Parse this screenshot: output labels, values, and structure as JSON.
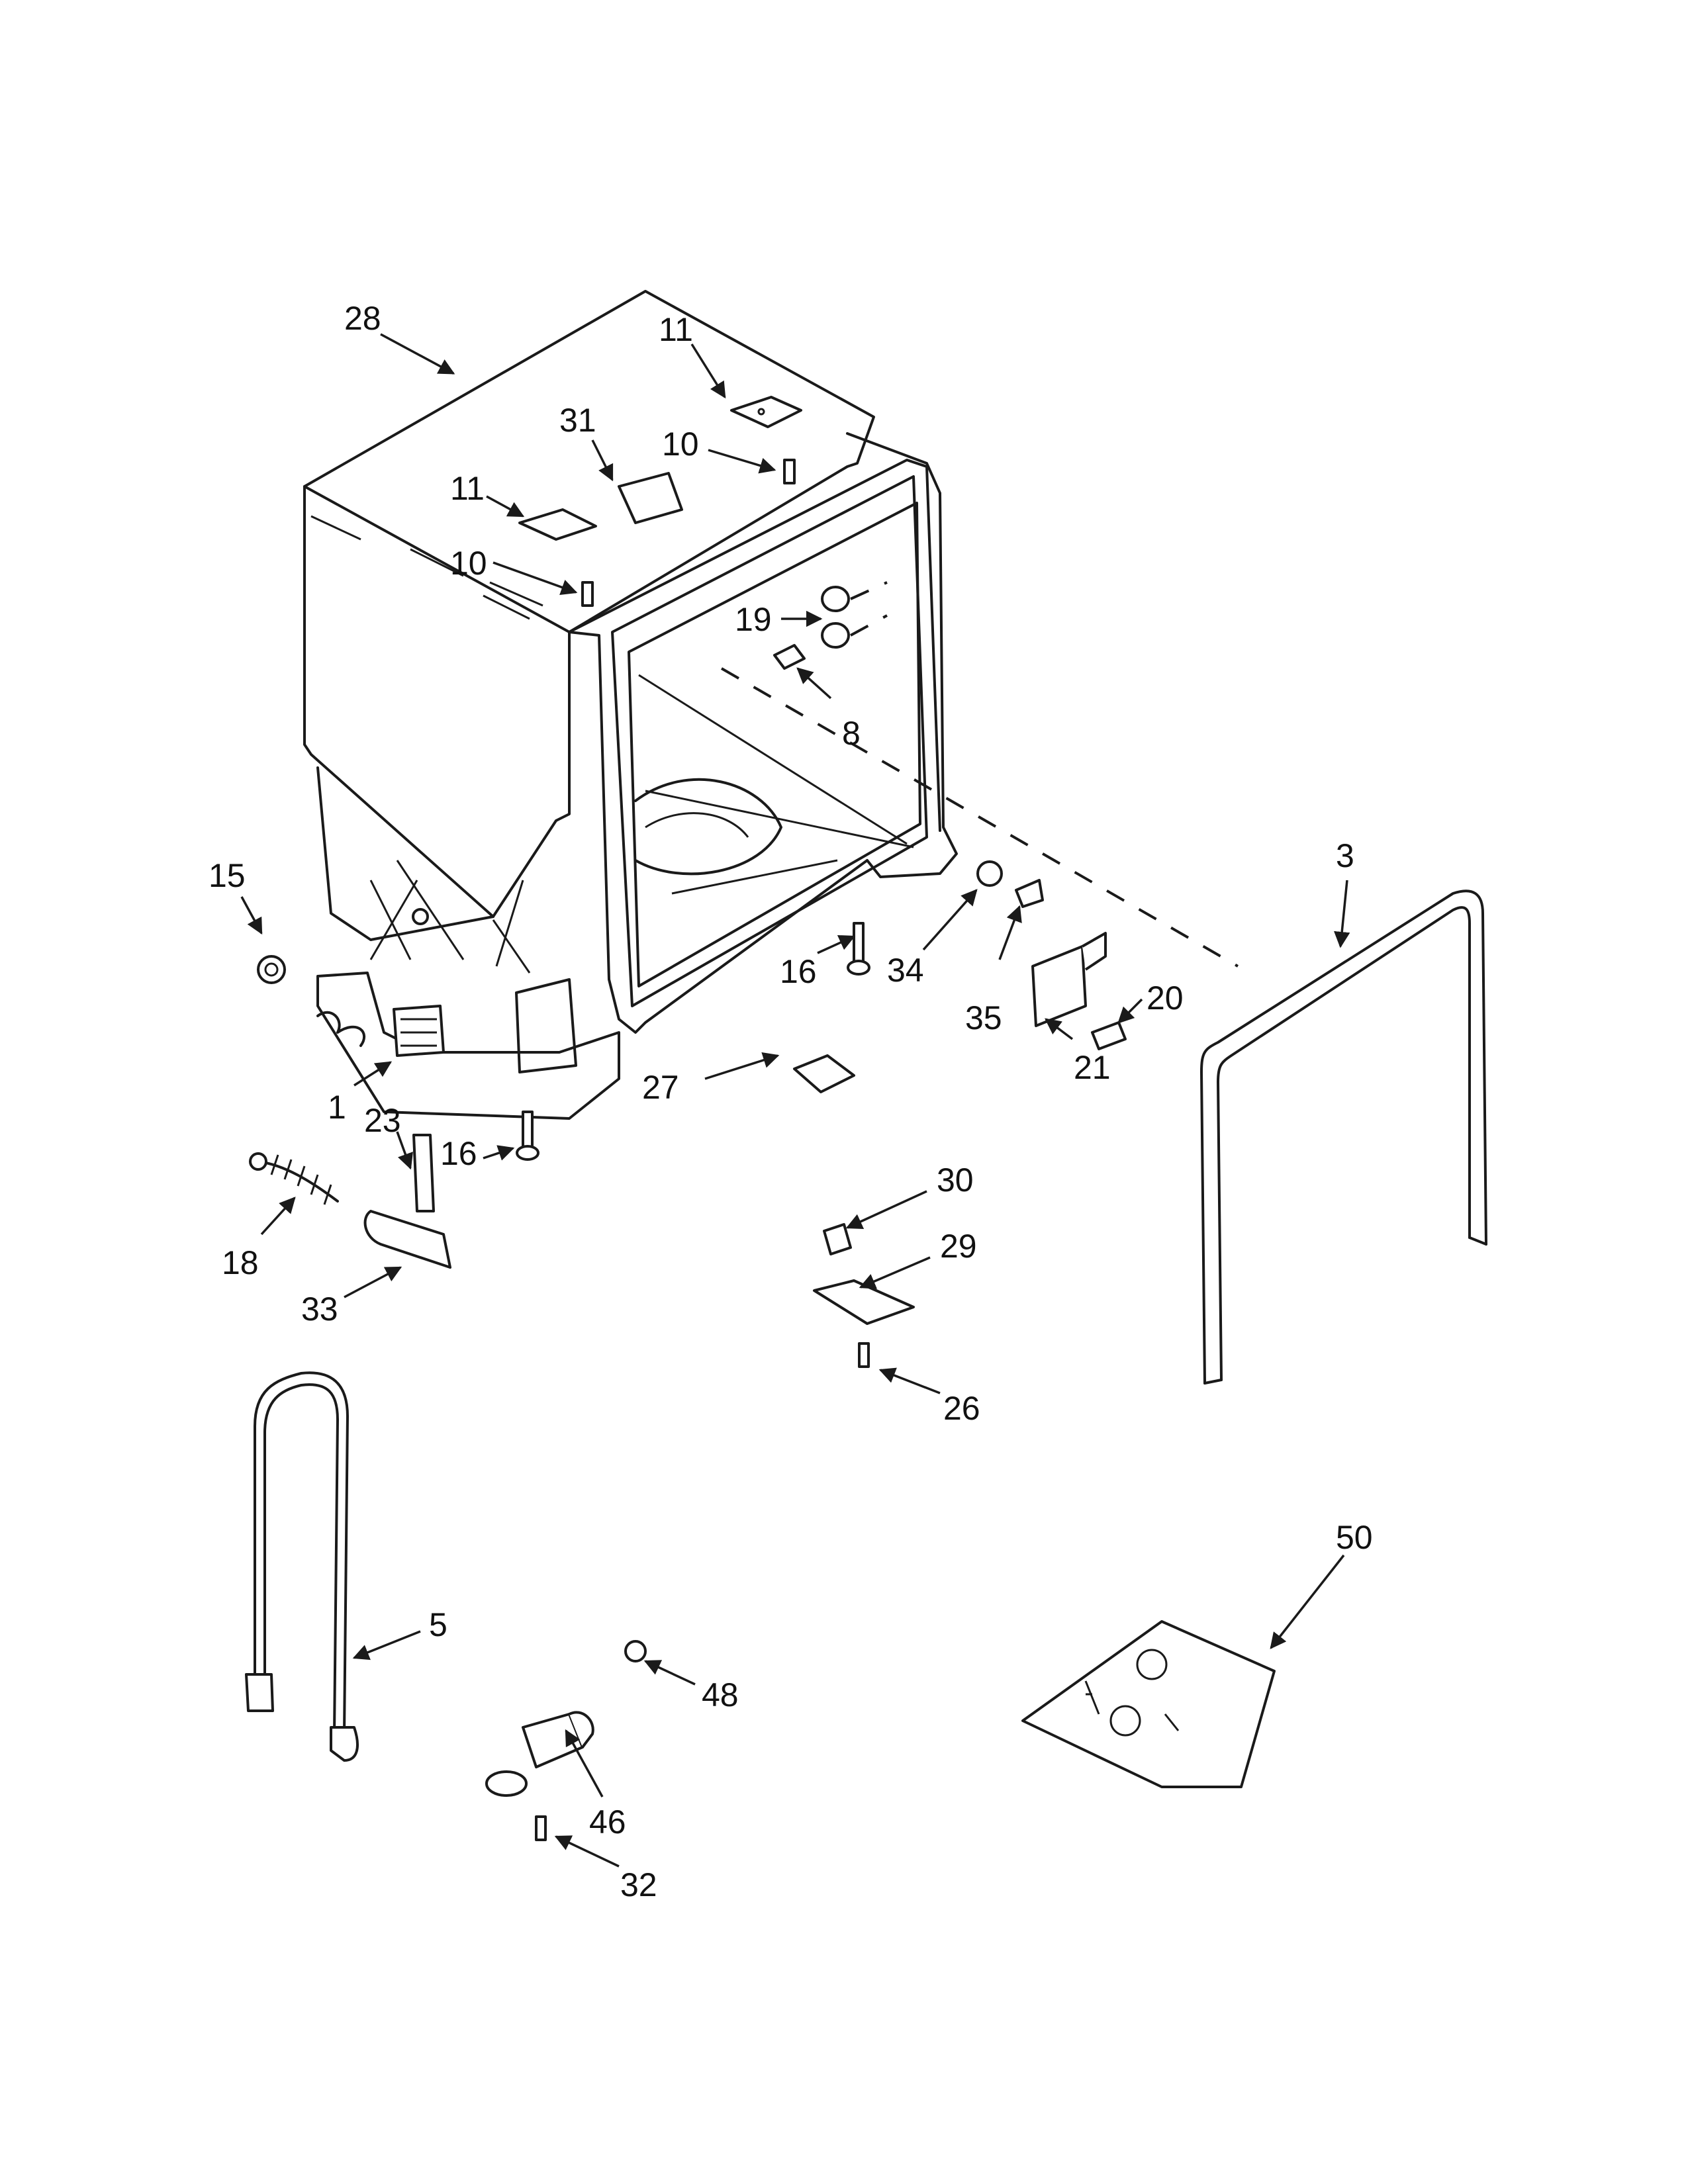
{
  "callouts": [
    {
      "id": "28",
      "text": "28"
    },
    {
      "id": "11a",
      "text": "11"
    },
    {
      "id": "31",
      "text": "31"
    },
    {
      "id": "10a",
      "text": "10"
    },
    {
      "id": "11b",
      "text": "11"
    },
    {
      "id": "10b",
      "text": "10"
    },
    {
      "id": "19",
      "text": "19"
    },
    {
      "id": "8",
      "text": "8"
    },
    {
      "id": "3",
      "text": "3"
    },
    {
      "id": "15",
      "text": "15"
    },
    {
      "id": "16a",
      "text": "16"
    },
    {
      "id": "34",
      "text": "34"
    },
    {
      "id": "20",
      "text": "20"
    },
    {
      "id": "35",
      "text": "35"
    },
    {
      "id": "21",
      "text": "21"
    },
    {
      "id": "27",
      "text": "27"
    },
    {
      "id": "1",
      "text": "1"
    },
    {
      "id": "23",
      "text": "23"
    },
    {
      "id": "16b",
      "text": "16"
    },
    {
      "id": "30",
      "text": "30"
    },
    {
      "id": "29",
      "text": "29"
    },
    {
      "id": "18",
      "text": "18"
    },
    {
      "id": "33",
      "text": "33"
    },
    {
      "id": "26",
      "text": "26"
    },
    {
      "id": "50",
      "text": "50"
    },
    {
      "id": "5",
      "text": "5"
    },
    {
      "id": "48",
      "text": "48"
    },
    {
      "id": "46",
      "text": "46"
    },
    {
      "id": "32",
      "text": "32"
    }
  ]
}
